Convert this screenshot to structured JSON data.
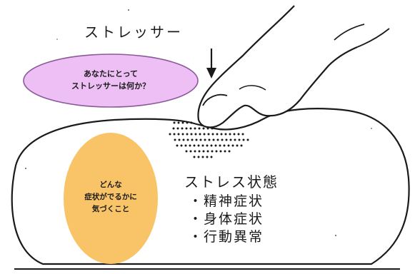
{
  "stressor_label": "ストレッサー",
  "question_bubble": {
    "lines": [
      "あなたにとって",
      "ストレッサーは何か？"
    ],
    "fill": "#eebff5",
    "stroke": "#8a5a98"
  },
  "awareness_bubble": {
    "lines": [
      "どんな",
      "症状がでるかに",
      "気づくこと"
    ],
    "fill": "#f8c467"
  },
  "stress_state": {
    "title": "ストレス状態",
    "items": [
      "・精神症状",
      "・身体症状",
      "・行動異常"
    ]
  }
}
